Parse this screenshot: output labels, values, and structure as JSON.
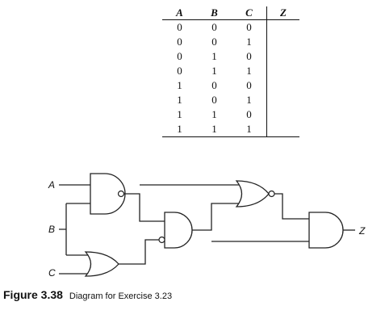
{
  "truth_table": {
    "headers": [
      "A",
      "B",
      "C",
      "Z"
    ],
    "rows": [
      [
        "0",
        "0",
        "0",
        ""
      ],
      [
        "0",
        "0",
        "1",
        ""
      ],
      [
        "0",
        "1",
        "0",
        ""
      ],
      [
        "0",
        "1",
        "1",
        ""
      ],
      [
        "1",
        "0",
        "0",
        ""
      ],
      [
        "1",
        "0",
        "1",
        ""
      ],
      [
        "1",
        "1",
        "0",
        ""
      ],
      [
        "1",
        "1",
        "1",
        ""
      ]
    ]
  },
  "circuit": {
    "inputs": [
      "A",
      "B",
      "C"
    ],
    "output": "Z",
    "gates": [
      "nand",
      "or",
      "and",
      "nor",
      "and"
    ]
  },
  "caption": {
    "figure_number": "Figure 3.38",
    "text": "Diagram for Exercise 3.23"
  }
}
